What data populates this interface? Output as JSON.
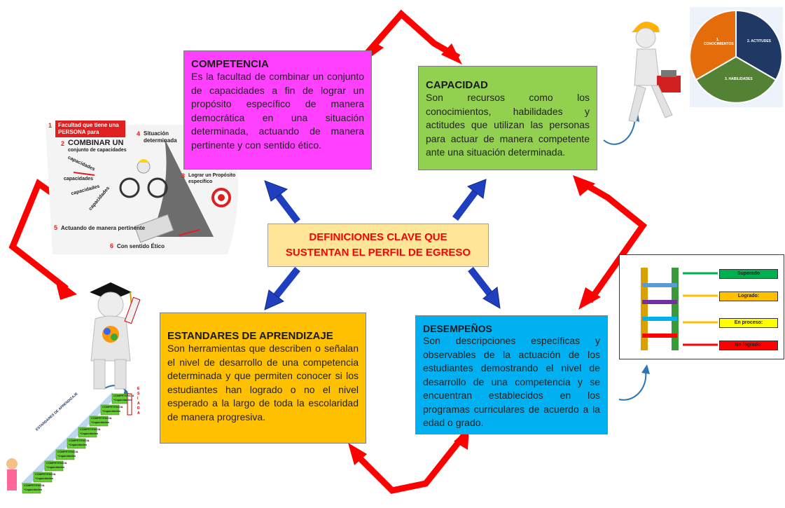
{
  "center": {
    "line1": "DEFINICIONES CLAVE QUE",
    "line2": "SUSTENTAN EL PERFIL DE EGRESO"
  },
  "boxes": {
    "competencia": {
      "title": "COMPETENCIA",
      "text": "Es la facultad de combinar un conjunto de capacidades a fin de lograr un propósito específico de manera democrática en una situación determinada, actuando de manera pertinente y con sentido ético."
    },
    "capacidad": {
      "title": "CAPACIDAD",
      "text": "Son recursos como los conocimientos, habilidades y actitudes que utilizan las personas para actuar de manera competente ante una situación determinada."
    },
    "estandares": {
      "title": "ESTANDARES DE APRENDIZAJE",
      "text": "Son herramientas que describen o señalan el nivel de desarrollo de una competencia determinada y que permiten conocer si los estudiantes han logrado o no el nivel esperado a la largo de toda la escolaridad de manera progresiva."
    },
    "desempenos": {
      "title": "DESEMPEÑOS",
      "text": "Son descripciones específicas y observables de la actuación de los estudiantes demostrando el nivel de desarrollo de una competencia y se encuentran establecidos en los programas curriculares de acuerdo a la edad o grado."
    }
  },
  "competencia_image": {
    "item1": "Facultad que tiene una PERSONA para",
    "item2": "COMBINAR UN",
    "item2b": "conjunto de capacidades",
    "item3": "Lograr un Propósito específico",
    "item4": "Situación determinada",
    "item5": "Actuando de manera pertinente",
    "item6": "Con sentido Ético",
    "n1": "1",
    "n2": "2",
    "n3": "3",
    "n4": "4",
    "n5": "5",
    "n6": "6",
    "cap_words": [
      "capacidades",
      "capacidades",
      "capacidades",
      "capacidades"
    ]
  },
  "pie_image": {
    "slices": [
      {
        "label": "1. CONOCIMIENTOS",
        "color": "#e46c0a"
      },
      {
        "label": "2. ACTITUDES",
        "color": "#1f3864"
      },
      {
        "label": "3. HABILIDADES",
        "color": "#548235"
      }
    ]
  },
  "levels_image": {
    "levels": [
      {
        "label": "Superado",
        "color": "#00b050"
      },
      {
        "label": "Logrado:",
        "color": "#ffc000"
      },
      {
        "label": "En proceso:",
        "color": "#ffff00"
      },
      {
        "label": "No logrado:",
        "color": "#ff0000"
      }
    ]
  },
  "stairs_image": {
    "caption": "ESTANDARES DE APRENDIZAJE",
    "step_label": "COMPETENCIA",
    "step_sub": "*Capacidades",
    "side_letters": [
      "E",
      "S",
      "I",
      "A",
      "D",
      "A"
    ]
  }
}
